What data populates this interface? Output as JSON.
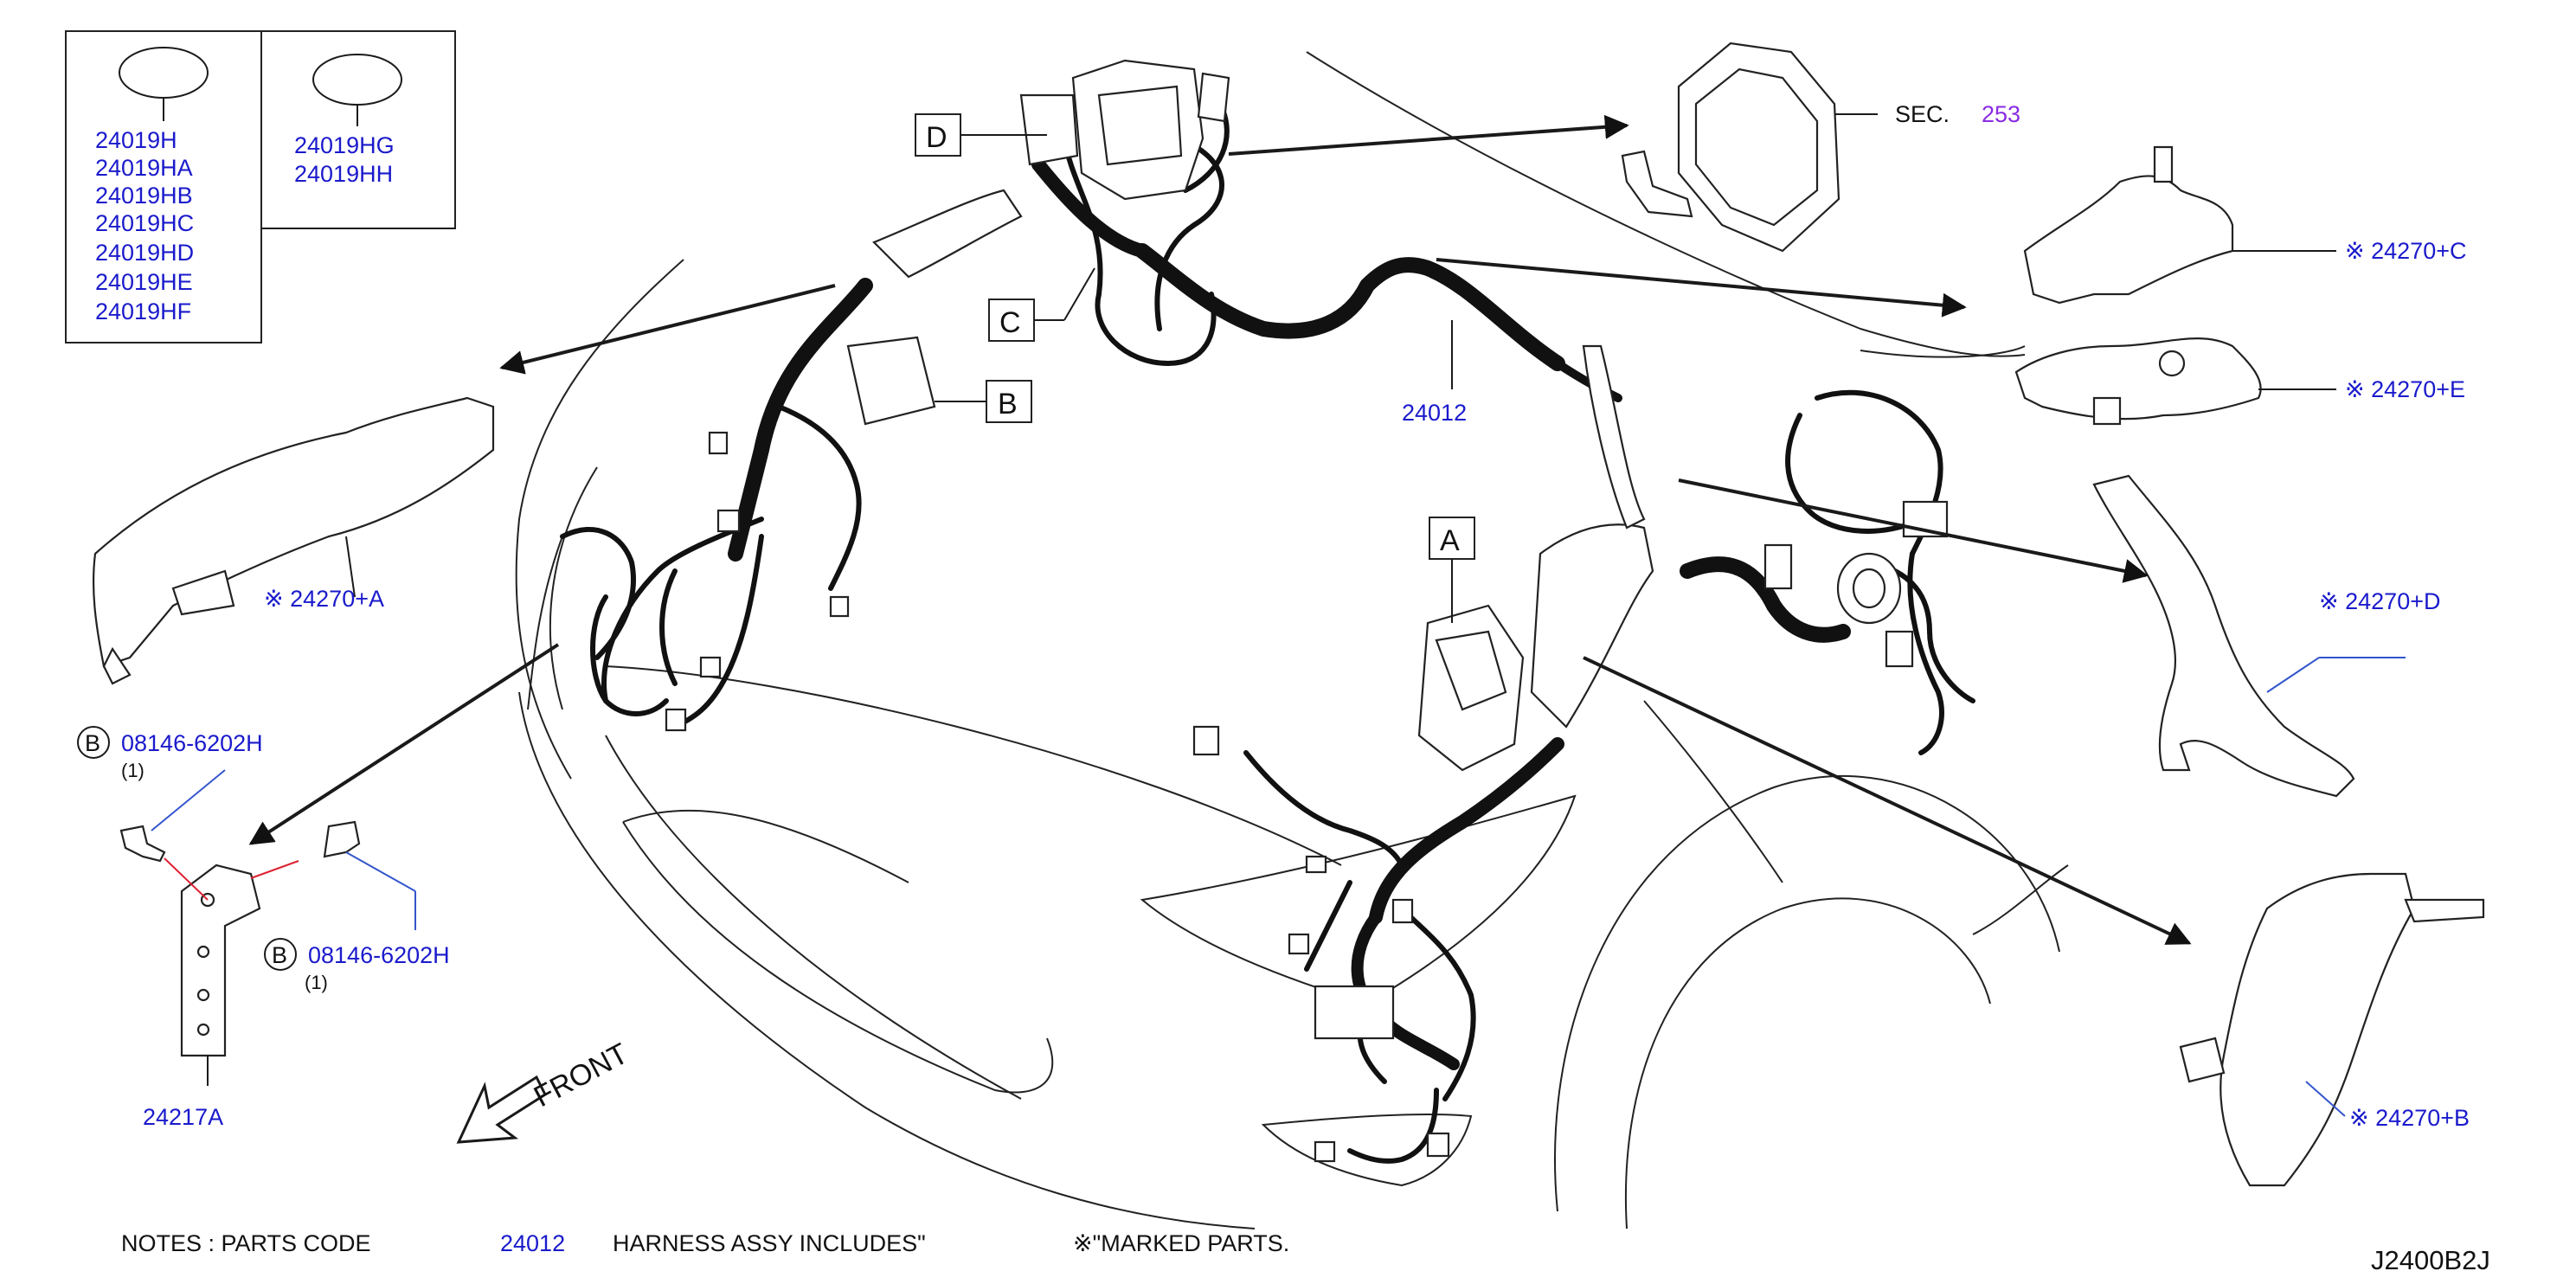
{
  "parts_box": {
    "left_column": [
      "24019H",
      "24019HA",
      "24019HB",
      "24019HC",
      "24019HD",
      "24019HE",
      "24019HF"
    ],
    "right_column": [
      "24019HG",
      "24019HH"
    ]
  },
  "section_ref": {
    "label": "SEC.",
    "number": "253"
  },
  "callouts": {
    "a": "A",
    "b": "B",
    "c": "C",
    "d": "D"
  },
  "harness_part": "24012",
  "protectors": {
    "a": "※ 24270+A",
    "b": "※ 24270+B",
    "c": "※ 24270+C",
    "d": "※ 24270+D",
    "e": "※ 24270+E"
  },
  "bolts": {
    "upper": {
      "circle": "B",
      "part": "08146-6202H",
      "qty": "(1)"
    },
    "lower": {
      "circle": "B",
      "part": "08146-6202H",
      "qty": "(1)"
    }
  },
  "bracket_part": "24217A",
  "front_label": "FRONT",
  "notes": {
    "prefix": "NOTES  :  PARTS  CODE",
    "code": "24012",
    "middle": "HARNESS  ASSY  INCLUDES\"",
    "marked": "※\"MARKED  PARTS."
  },
  "diagram_code": "J2400B2J",
  "colors": {
    "part_number": "#1a1acc",
    "section_number": "#8a2be2",
    "line": "#1a1a1a",
    "leader_blue": "#3355cc"
  }
}
